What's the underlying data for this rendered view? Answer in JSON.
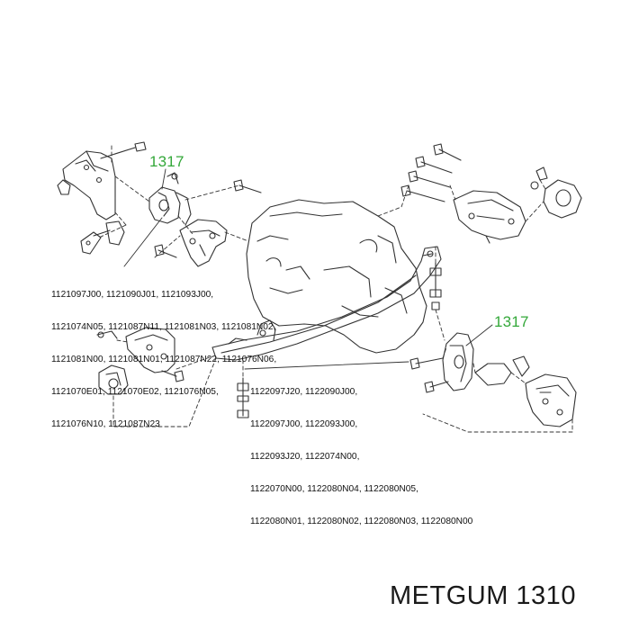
{
  "callouts": {
    "left": "1317",
    "right": "1317"
  },
  "part_numbers": {
    "left_group": [
      "1121097J00, 1121090J01, 1121093J00,",
      "1121074N05, 1121087N11, 1121081N03, 1121081N02,",
      "1121081N00, 1121081N01, 1121087N22, 1121076N06,",
      "1121070E01, 1121070E02, 1121076N05,",
      "1121076N10, 1121087N23"
    ],
    "right_group": [
      "1122097J20, 1122090J00,",
      "1122097J00, 1122093J00,",
      "1122093J20, 1122074N00,",
      "1122070N00, 1122080N04, 1122080N05,",
      "1122080N01, 1122080N02, 1122080N03, 1122080N00"
    ]
  },
  "brand": {
    "label": "METGUM 1310"
  },
  "colors": {
    "callout": "#34a83a",
    "lines": "#333333"
  }
}
